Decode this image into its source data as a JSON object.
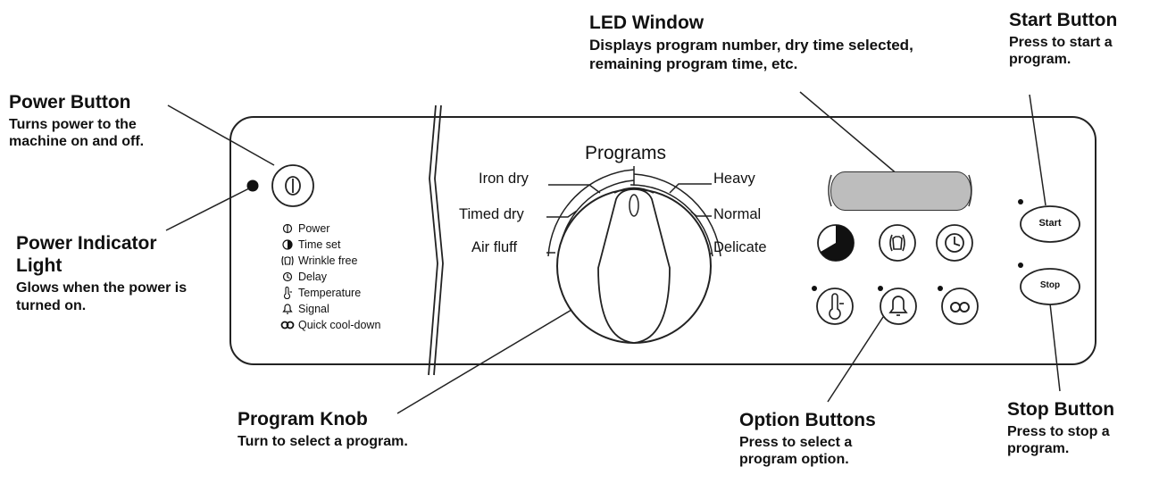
{
  "callouts": {
    "power_button": {
      "title": "Power Button",
      "desc": "Turns power to the machine on and off."
    },
    "power_indicator": {
      "title": "Power Indicator Light",
      "desc": "Glows when the power is turned on."
    },
    "led_window": {
      "title": "LED Window",
      "desc": "Displays program number, dry time selected, remaining program time, etc."
    },
    "start_button": {
      "title": "Start Button",
      "desc": "Press to start a program."
    },
    "program_knob": {
      "title": "Program Knob",
      "desc": "Turn to select a program."
    },
    "option_buttons": {
      "title": "Option Buttons",
      "desc": "Press to select a program option."
    },
    "stop_button": {
      "title": "Stop Button",
      "desc": "Press to stop a program."
    }
  },
  "knob": {
    "heading": "Programs",
    "left": [
      "Iron dry",
      "Timed dry",
      "Air fluff"
    ],
    "right": [
      "Heavy",
      "Normal",
      "Delicate"
    ]
  },
  "legend": [
    {
      "icon": "power-icon",
      "label": "Power"
    },
    {
      "icon": "time-set-icon",
      "label": "Time set"
    },
    {
      "icon": "wrinkle-free-icon",
      "label": "Wrinkle free"
    },
    {
      "icon": "delay-icon",
      "label": "Delay"
    },
    {
      "icon": "temperature-icon",
      "label": "Temperature"
    },
    {
      "icon": "signal-icon",
      "label": "Signal"
    },
    {
      "icon": "quick-cool-down-icon",
      "label": "Quick cool-down"
    }
  ],
  "buttons": {
    "start": "Start",
    "stop": "Stop"
  }
}
